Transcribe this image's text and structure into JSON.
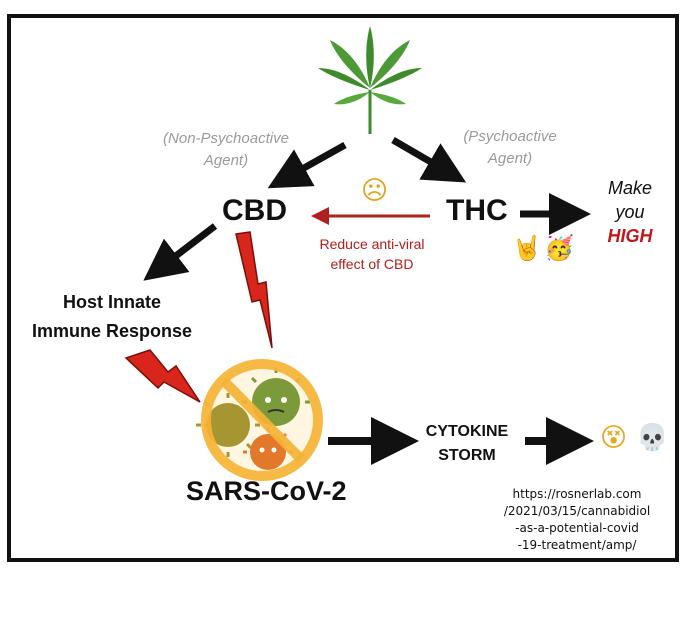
{
  "diagram": {
    "labels": {
      "non_psychoactive_line1": "(Non-Psychoactive",
      "non_psychoactive_line2": "Agent)",
      "psychoactive_line1": "(Psychoactive",
      "psychoactive_line2": "Agent)",
      "cbd": "CBD",
      "thc": "THC",
      "reduce_line1": "Reduce anti-viral",
      "reduce_line2": "effect of CBD",
      "make": "Make",
      "you": "you",
      "high": "HIGH",
      "host_line1": "Host Innate",
      "host_line2": "Immune Response",
      "sars": "SARS-CoV-2",
      "cytokine_line1": "CYTOKINE",
      "cytokine_line2": "STORM"
    },
    "emoji": {
      "frown": "☹",
      "rock_hand": "🤘",
      "party_face": "🥳",
      "dizzy_face": "😵",
      "skull": "💀"
    },
    "colors": {
      "arrow_black": "#111111",
      "arrow_red": "#b0201f",
      "lightning_red": "#d9261c",
      "leaf_green": "#3e8a2d",
      "no_sign_orange": "#f5b335",
      "virus_green": "#7c9a3a",
      "virus_orange": "#e2782a",
      "virus_olive": "#a59632"
    }
  },
  "source_url": {
    "line1": "https://rosnerlab.com",
    "line2": "/2021/03/15/cannabidiol",
    "line3": "-as-a-potential-covid",
    "line4": "-19-treatment/amp/"
  }
}
